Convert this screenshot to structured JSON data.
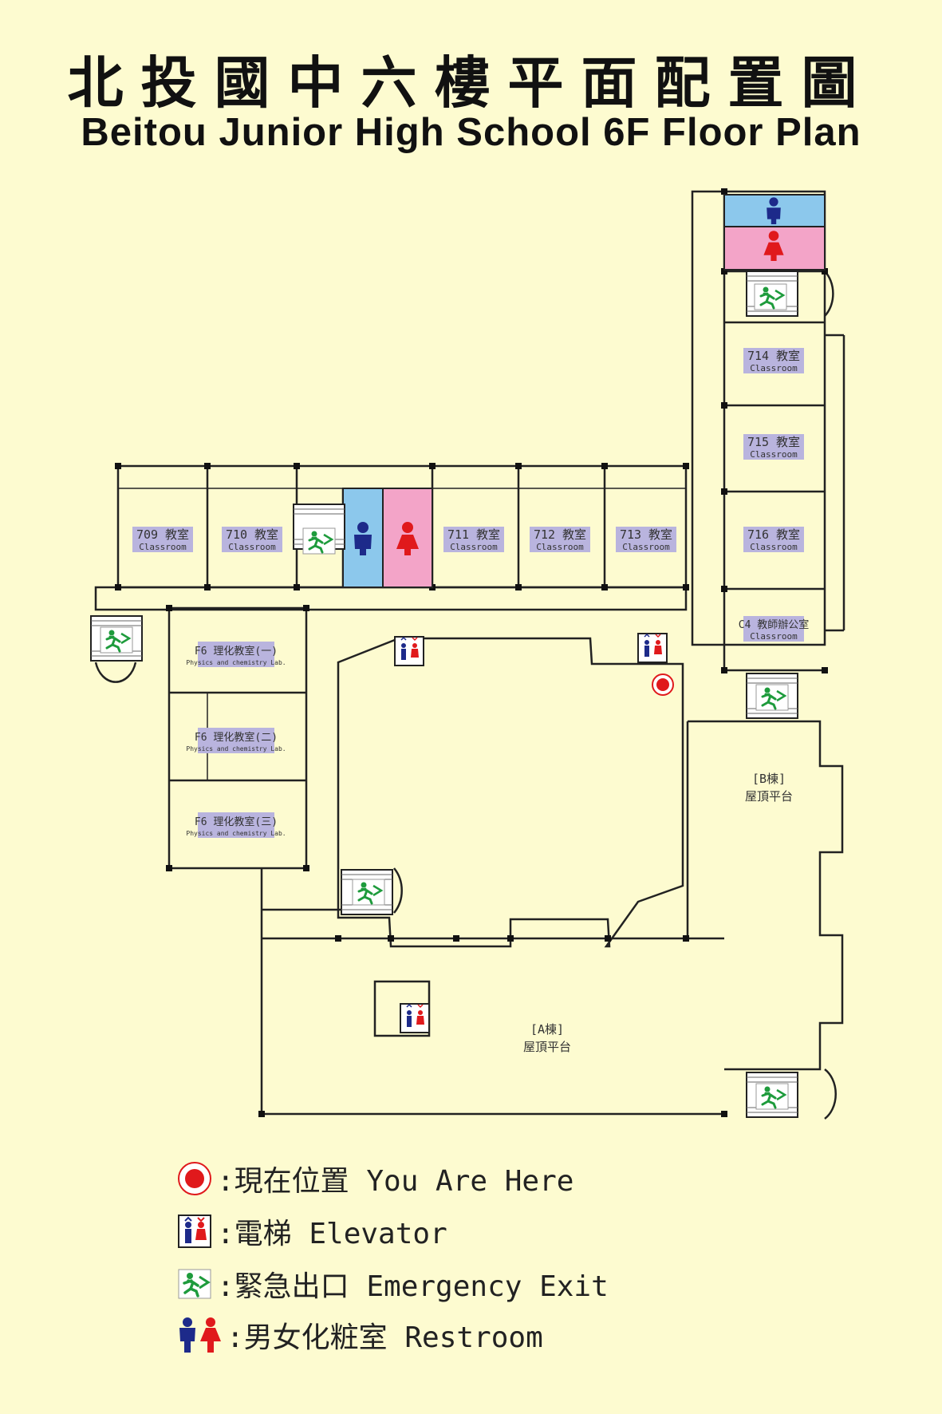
{
  "title": {
    "zh": "北投國中六樓平面配置圖",
    "en": "Beitou Junior High School 6F Floor Plan"
  },
  "rooms": [
    {
      "id": "709",
      "label": "709 教室",
      "sub": "Classroom"
    },
    {
      "id": "710",
      "label": "710 教室",
      "sub": "Classroom"
    },
    {
      "id": "711",
      "label": "711 教室",
      "sub": "Classroom"
    },
    {
      "id": "712",
      "label": "712 教室",
      "sub": "Classroom"
    },
    {
      "id": "713",
      "label": "713 教室",
      "sub": "Classroom"
    },
    {
      "id": "714",
      "label": "714 教室",
      "sub": "Classroom"
    },
    {
      "id": "715",
      "label": "715 教室",
      "sub": "Classroom"
    },
    {
      "id": "716",
      "label": "716 教室",
      "sub": "Classroom"
    },
    {
      "id": "c4",
      "label": "C4 教師辦公室",
      "sub": "Classroom"
    }
  ],
  "labs": [
    {
      "label": "F6 理化教室(一)",
      "sub": "Physics and chemistry Lab."
    },
    {
      "label": "F6 理化教室(二)",
      "sub": "Physics and chemistry Lab."
    },
    {
      "label": "F6 理化教室(三)",
      "sub": "Physics and chemistry Lab."
    }
  ],
  "areas": {
    "b_building": {
      "name": "[B棟]",
      "desc": "屋頂平台"
    },
    "a_building": {
      "name": "[A棟]",
      "desc": "屋頂平台"
    }
  },
  "legend": {
    "you_are_here": ":現在位置 You Are Here",
    "elevator": ":電梯 Elevator",
    "exit": ":緊急出口 Emergency Exit",
    "restroom": ":男女化粧室 Restroom"
  },
  "colors": {
    "background": "#fdfbd0",
    "men_restroom": "#8cc8ec",
    "women_restroom": "#f3a4c8",
    "room_label_bg": "#b9b4de",
    "exit_green": "#1e9b3c",
    "you_are_here_red": "#e0191c",
    "male_icon": "#1d2a8a",
    "female_icon": "#e0191c"
  },
  "icons": [
    "you-are-here-icon",
    "elevator-icon",
    "emergency-exit-icon",
    "male-icon",
    "female-icon"
  ]
}
